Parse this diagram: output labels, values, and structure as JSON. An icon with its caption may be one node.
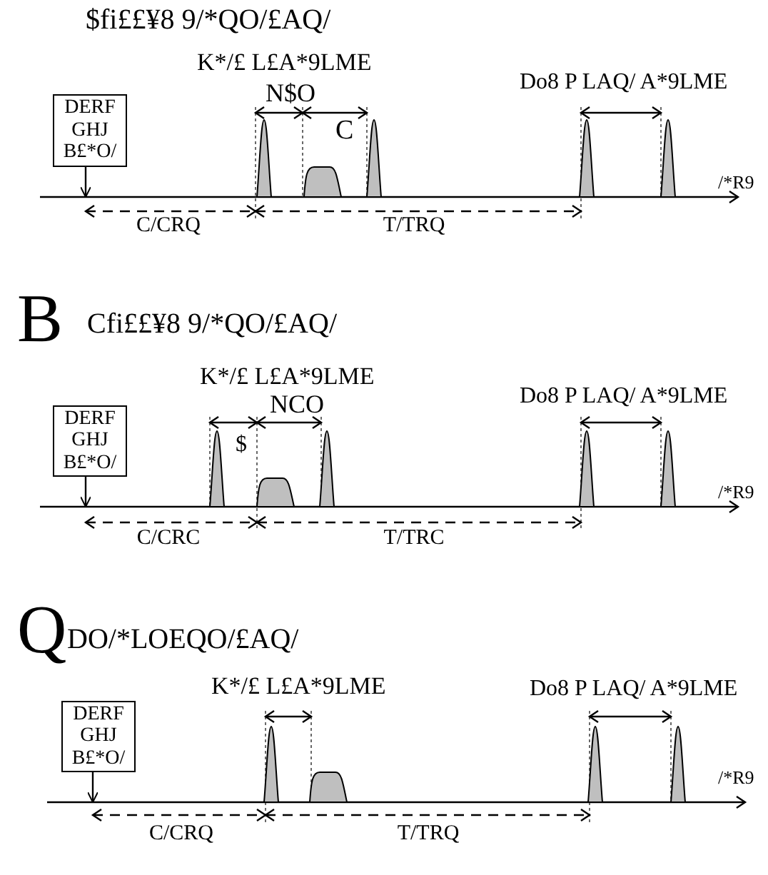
{
  "diagram": {
    "nodes": [
      {
        "text": [
          "DERF GHJ B£*O/"
        ]
      },
      {
        "text": [
          "DERF GHJ B£*O/"
        ]
      },
      {
        "text": [
          "DERF GHJ B£*O/"
        ]
      }
    ],
    "edges": [
      {
        "from": 0,
        "to": null,
        "arrow": "to"
      },
      {
        "from": 1,
        "to": null,
        "arrow": "to"
      },
      {
        "from": 2,
        "to": null,
        "arrow": "to"
      }
    ],
    "labels": [
      "$fi££¥8 9/*QO/£AQ/",
      "K*/£ L£A*9LME",
      "N$O",
      "Do8 P LAQ/ A*9LME",
      "C",
      "/*R9",
      "C/CRQ",
      "T/TRQ",
      "B",
      "Cfi££¥8 9/*QO/£AQ/",
      "K*/£ L£A*9LME",
      "NCO",
      "Do8 P LAQ/ A*9LME",
      "$",
      "/*R9",
      "C/CRC",
      "T/TRC",
      "Q",
      "DO/*LOEQO/£AQ/",
      "K*/£ L£A*9LME",
      "Do8 P LAQ/ A*9LME",
      "/*R9",
      "C/CRQ",
      "T/TRQ"
    ]
  }
}
